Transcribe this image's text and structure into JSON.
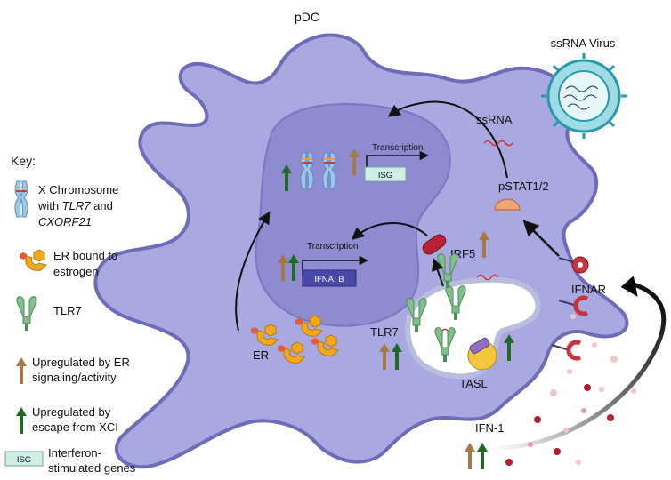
{
  "diagram": {
    "cell_label": "pDC",
    "virus_label": "ssRNA Virus",
    "ssrna_label": "ssRNA",
    "pstat_label": "pSTAT1/2",
    "irf5_label": "IRF5",
    "ifnar_label": "IFNAR",
    "tlr7_label": "TLR7",
    "tasl_label": "TASL",
    "er_label": "ER",
    "ifn1_label": "IFN-1",
    "transcription_top": "Transcription",
    "transcription_mid": "Transcription",
    "isg_box": "ISG",
    "ifna_box": "IFNA, B"
  },
  "key": {
    "title": "Key:",
    "xchrom": {
      "line1": "X Chromosome",
      "line2_pre": "with ",
      "line2_italic": "TLR7",
      "line2_post": " and",
      "line3_italic": "CXORF21"
    },
    "er": {
      "line1": "ER bound to",
      "line2": "estrogen"
    },
    "tlr7": {
      "line1": "TLR7"
    },
    "up_er": {
      "line1": "Upregulated by ER",
      "line2": "signaling/activity"
    },
    "up_xci": {
      "line1": "Upregulated by",
      "line2": "escape from XCI"
    },
    "isg": {
      "box": "ISG",
      "line1": "Interferon-",
      "line2": "stimulated genes"
    }
  },
  "colors": {
    "cell_fill": "#aaa8e0",
    "cell_stroke": "#6e6cb8",
    "nucleus_fill": "#8e8bd0",
    "er_arrow": "#a5784a",
    "xci_arrow": "#1f6b26",
    "ifna_box_fill": "#4848a8",
    "isg_box_fill": "#cfeee6",
    "tlr7_green": "#7fbf8a",
    "irf5_red": "#b52334",
    "pstat_orange": "#f0a479",
    "ifnar_red": "#c8343e",
    "tasl_purple": "#8d6fc0",
    "tasl_yellow": "#f3c63e"
  }
}
